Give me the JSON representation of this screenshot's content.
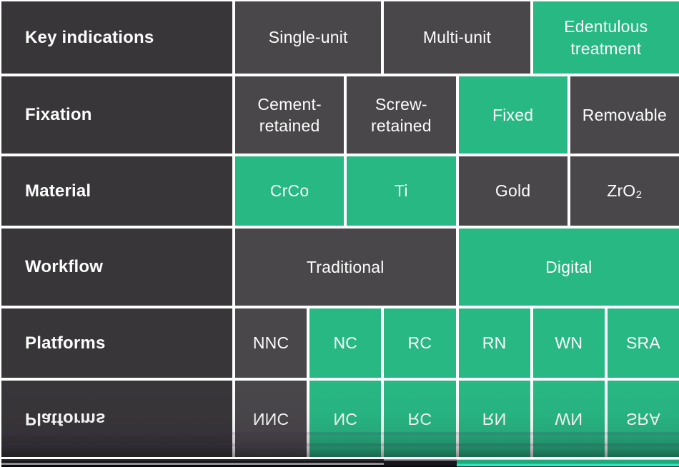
{
  "colors": {
    "green_accent": "#28b884",
    "cell_dark": "#4a474b",
    "label_dark": "#39363a",
    "separator_white": "#ffffff",
    "text_white": "#fdfdfd",
    "bottom_cyan": "#2fe3c0",
    "bottom_gray": "#8c8b90"
  },
  "table": {
    "rows": [
      {
        "label": "Key indications",
        "cells": [
          {
            "text": "Single-unit",
            "variant": "dark"
          },
          {
            "text": "Multi-unit",
            "variant": "dark"
          },
          {
            "text": "Edentulous treatment",
            "variant": "green"
          }
        ]
      },
      {
        "label": "Fixation",
        "cells": [
          {
            "text": "Cement-retained",
            "variant": "dark"
          },
          {
            "text": "Screw-retained",
            "variant": "dark"
          },
          {
            "text": "Fixed",
            "variant": "green"
          },
          {
            "text": "Removable",
            "variant": "dark"
          }
        ]
      },
      {
        "label": "Material",
        "cells": [
          {
            "text": "CrCo",
            "variant": "green"
          },
          {
            "text": "Ti",
            "variant": "green"
          },
          {
            "text": "Gold",
            "variant": "dark"
          },
          {
            "text": "ZrO₂",
            "variant": "dark"
          }
        ]
      },
      {
        "label": "Workflow",
        "cells": [
          {
            "text": "Traditional",
            "variant": "dark"
          },
          {
            "text": "Digital",
            "variant": "green"
          }
        ]
      },
      {
        "label": "Platforms",
        "cells": [
          {
            "text": "NNC",
            "variant": "dark"
          },
          {
            "text": "NC",
            "variant": "green"
          },
          {
            "text": "RC",
            "variant": "green"
          },
          {
            "text": "RN",
            "variant": "green"
          },
          {
            "text": "WN",
            "variant": "green"
          },
          {
            "text": "SRA",
            "variant": "green"
          }
        ]
      }
    ],
    "reflection_of_row_index": 4
  }
}
